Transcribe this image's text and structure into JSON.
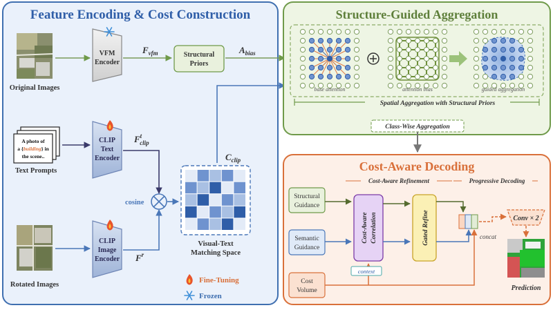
{
  "panels": {
    "encoding": {
      "title": "Feature Encoding & Cost Construction",
      "color": "#3f6fb0",
      "fill": "#eaf1fb"
    },
    "aggregation": {
      "title": "Structure-Guided Aggregation",
      "color": "#6f9a4a",
      "fill": "#eef5e4"
    },
    "decoding": {
      "title": "Cost-Aware Decoding",
      "color": "#d9703a",
      "fill": "#fdf0e8"
    }
  },
  "inputs": {
    "original_images": "Original Images",
    "text_prompts": "Text Prompts",
    "rotated_images": "Rotated Images",
    "prompt_card": {
      "line1": "A photo of",
      "line2_a": "a {",
      "line2_word": "building",
      "line2_b": "} in",
      "line3": "the scene.."
    }
  },
  "encoders": {
    "vfm": [
      "VFM",
      "Encoder"
    ],
    "clip_text": [
      "CLIP",
      "Text",
      "Encoder"
    ],
    "clip_image": [
      "CLIP",
      "Image",
      "Encoder"
    ]
  },
  "features": {
    "f_vfm": {
      "base": "F",
      "sub": "vfm"
    },
    "f_clip_t": {
      "base": "F",
      "sup": "t",
      "sub": "clip"
    },
    "f_r": {
      "base": "F",
      "sup": "r"
    },
    "a_bias": {
      "base": "A",
      "sub": "bias"
    },
    "c_clip": {
      "base": "C",
      "sub": "clip"
    }
  },
  "blocks": {
    "structural_priors": [
      "Structural",
      "Priors"
    ],
    "cosine": "cosine",
    "matching_space": [
      "Visual-Text",
      "Matching Space"
    ]
  },
  "legend": {
    "fine_tuning": "Fine-Tuning",
    "frozen": "Frozen"
  },
  "aggregation_labels": {
    "base": "base attention",
    "bias": "attention bias",
    "guided": "guided aggregation",
    "spatial": "Spatial Aggregation with Structural Priors",
    "class_wise": "Class-Wise Aggregation"
  },
  "decoding_labels": {
    "cost_aware_refinement": "Cost-Aware Refinement",
    "progressive_decoding": "Progressive Decoding",
    "structural_guidance": [
      "Structural",
      "Guidance"
    ],
    "semantic_guidance": [
      "Semantic",
      "Guidance"
    ],
    "cost_volume": [
      "Cost",
      "Volume"
    ],
    "correlation": [
      "Cost-Aware",
      "Correlation"
    ],
    "gated_refine": "Gated Refine",
    "context": "context",
    "concat": "concat",
    "conv": "Conv × 2",
    "prediction": "Prediction"
  },
  "matrix_shading": [
    [
      0,
      2,
      1,
      2,
      0
    ],
    [
      2,
      1,
      3,
      0,
      2
    ],
    [
      1,
      3,
      0,
      2,
      1
    ],
    [
      3,
      0,
      2,
      1,
      3
    ],
    [
      0,
      2,
      1,
      3,
      0
    ]
  ],
  "matrix_colors": [
    "#e3ebf7",
    "#a9c0e3",
    "#6f93cf",
    "#2f5ea8"
  ]
}
